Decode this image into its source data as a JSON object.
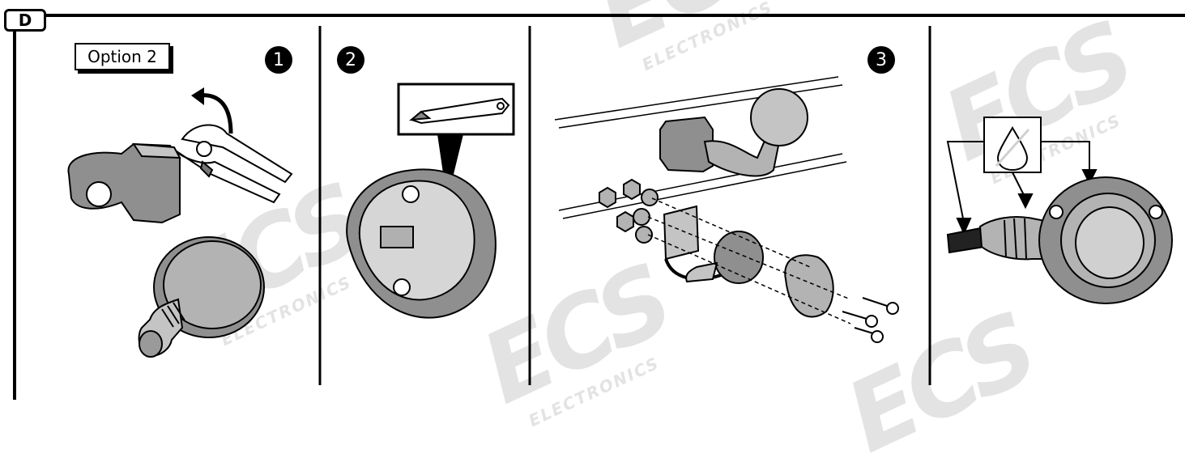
{
  "section_label": "D",
  "option_label": "Option 2",
  "steps": [
    "1",
    "2",
    "3"
  ],
  "watermark": {
    "logo": "ECS",
    "tagline": "ELECTRONICS"
  },
  "colors": {
    "line": "#000000",
    "part_fill": "#8f8f8f",
    "part_light": "#c4c4c4",
    "watermark": "#e3e3e3"
  },
  "icons": [
    "pliers-icon",
    "socket-icon",
    "knife-icon",
    "towbar-icon",
    "grease-drop-icon",
    "curved-arrow-icon"
  ]
}
